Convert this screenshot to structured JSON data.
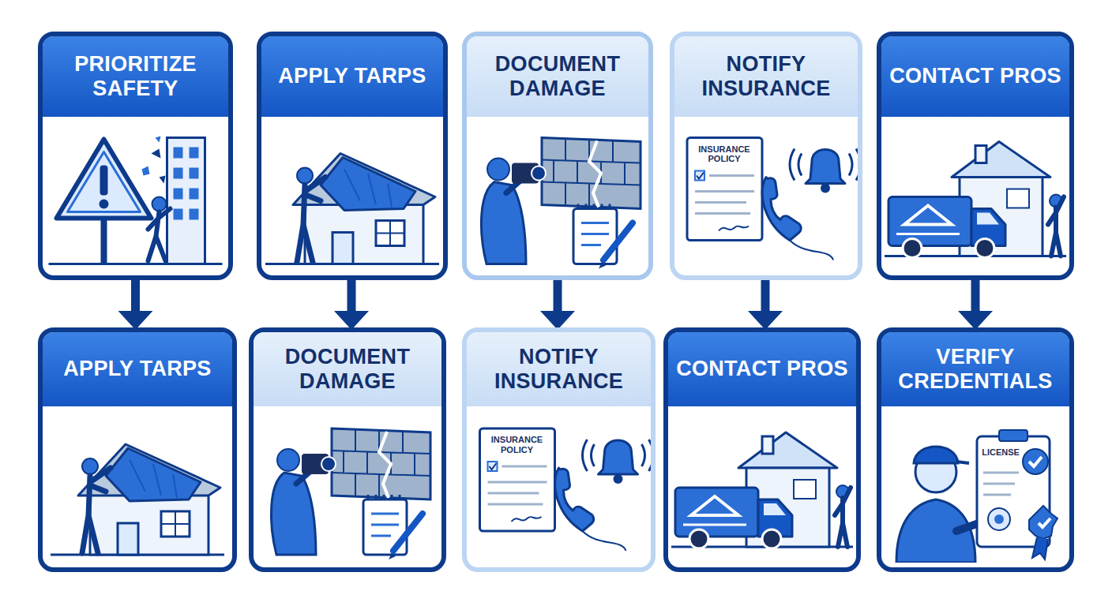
{
  "diagram": {
    "nodes": [
      {
        "text": [
          "PRIORITIZE SAFETY"
        ]
      },
      {
        "text": [
          "APPLY TARPS"
        ]
      },
      {
        "text": [
          "DOCUMENT DAMAGE"
        ]
      },
      {
        "text": [
          "NOTIFY INSURANCE"
        ]
      },
      {
        "text": [
          "CONTACT PROS"
        ]
      },
      {
        "text": [
          "APPLY TARPS"
        ]
      },
      {
        "text": [
          "DOCUMENT DAMAGE"
        ]
      },
      {
        "text": [
          "NOTIFY INSURANCE"
        ]
      },
      {
        "text": [
          "CONTACT PROS"
        ]
      },
      {
        "text": [
          "VERIFY CREDENTIALS"
        ]
      }
    ],
    "edges": [
      {
        "from": 0,
        "to": 5,
        "arrow": "to"
      },
      {
        "from": 1,
        "to": 6,
        "arrow": "to"
      },
      {
        "from": 2,
        "to": 7,
        "arrow": "to"
      },
      {
        "from": 3,
        "to": 8,
        "arrow": "to"
      },
      {
        "from": 4,
        "to": 9,
        "arrow": "to"
      }
    ],
    "labels": [
      "INSURANCE POLICY",
      "INSURANCE POLICY",
      "LICENSE"
    ]
  }
}
